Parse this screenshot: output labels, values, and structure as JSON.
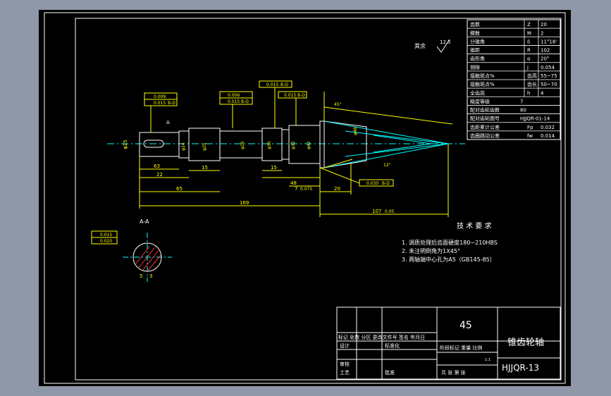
{
  "colors": {
    "frame_bg": "#8f98a8",
    "paper": "#000000",
    "border": "#ffffff",
    "part": "#ffffff",
    "dimension": "#ffff00",
    "center_line": "#00ffff",
    "section_hatch": "#ff3030",
    "table_text": "#ffffff"
  },
  "gear_table": [
    {
      "label": "齿数",
      "symbol": "Z",
      "value": "20"
    },
    {
      "label": "模数",
      "symbol": "M",
      "value": "2"
    },
    {
      "label": "分锥角",
      "symbol": "δ",
      "value": "11°18'"
    },
    {
      "label": "锥距",
      "symbol": "R",
      "value": "102"
    },
    {
      "label": "齿形角",
      "symbol": "α",
      "value": "20°"
    },
    {
      "label": "侧隙",
      "symbol": "j",
      "value": "0.054"
    },
    {
      "label": "接触斑点%",
      "symbol": "齿高",
      "value": "55~75"
    },
    {
      "label": "接触斑点%",
      "symbol": "齿长",
      "value": "50~70"
    },
    {
      "label": "全齿高",
      "symbol": "h",
      "value": "4"
    },
    {
      "label": "精度等级",
      "symbol": "",
      "value": "7"
    },
    {
      "label": "配对齿轮齿数",
      "symbol": "",
      "value": "80"
    },
    {
      "label": "配对齿轮图号",
      "symbol": "",
      "value": "HJJQR-01-14"
    },
    {
      "label": "齿距累计公差",
      "symbol": "Fp",
      "value": "0.032"
    },
    {
      "label": "齿圈跳动公差",
      "symbol": "fw",
      "value": "0.014"
    }
  ],
  "surface": {
    "label": "其余",
    "roughness": "12.5"
  },
  "tech_req": {
    "title": "技 术 要 求",
    "items": [
      "1.    调质处理后齿面硬度180~210HBS",
      "2.    未注明倒角为1X45°",
      "3.    两轴端中心孔为A5（GB145-85）"
    ]
  },
  "section": {
    "label": "A-A",
    "tol1": "0.015",
    "tol2": "0.020",
    "dim1": "5",
    "dim2": "3"
  },
  "dims": {
    "d63": "63",
    "d22": "22",
    "d65": "65",
    "d15a": "15",
    "d15b": "15",
    "d48": "48",
    "d20": "20",
    "d7": "7",
    "d7tol": "0.075",
    "d169": "169",
    "d107": "107",
    "d107tol": "0.05",
    "phi25": "φ25",
    "phi24": "φ24",
    "phi25b": "φ25",
    "phi26": "φ26",
    "phi30": "φ30",
    "phi32": "φ32",
    "phi42": "φ42",
    "phi_end": "φ48",
    "angle1": "12°",
    "angle2": "45°",
    "tol_a": "0.009",
    "tol_b": "0.015",
    "tol_c": "0.006",
    "tol_d": "0.015",
    "tol_e": "0.015",
    "tol_f": "0.030",
    "datum": "B-D",
    "ref_a": "A"
  },
  "title_block": {
    "material": "45",
    "name": "锥齿轮轴",
    "drawing_no": "HJJQR-13",
    "rev_headers": "标记 处数 分区 更改文件号 签名 年月日",
    "designer": "设计",
    "standardize": "标准化",
    "stage_headers": "阶段标记  重量  比例",
    "scale": "1:1",
    "checker": "审核",
    "process": "工艺",
    "approve": "批准",
    "sheets": "共   张   第   张"
  }
}
